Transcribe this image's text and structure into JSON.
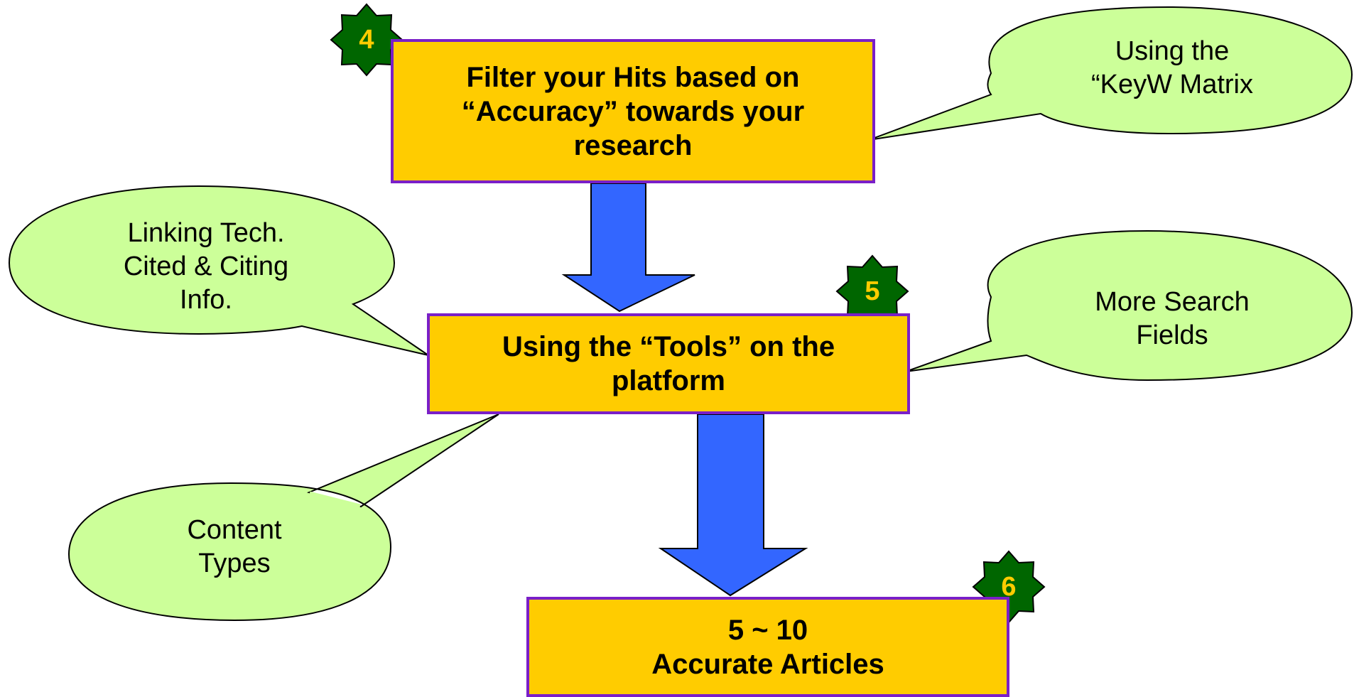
{
  "colors": {
    "box_fill": "#ffcc00",
    "box_border": "#7a1fc8",
    "callout_fill": "#ccff99",
    "arrow_fill": "#3366ff",
    "badge_fill": "#006600",
    "badge_text": "#ffcc00"
  },
  "steps": [
    {
      "badge": "4",
      "text": "Filter your Hits based   on\n“Accuracy” towards  your\nresearch"
    },
    {
      "badge": "5",
      "text": "Using the “Tools” on   the\nplatform"
    },
    {
      "badge": "6",
      "text": "5 ~ 10\nAccurate Articles"
    }
  ],
  "callouts": {
    "keyword_matrix": "Using the\n“KeyW Matrix",
    "linking": "Linking Tech.\nCited & Citing\nInfo.",
    "search_fields": "More Search\nFields",
    "content_types": "Content\nTypes"
  }
}
